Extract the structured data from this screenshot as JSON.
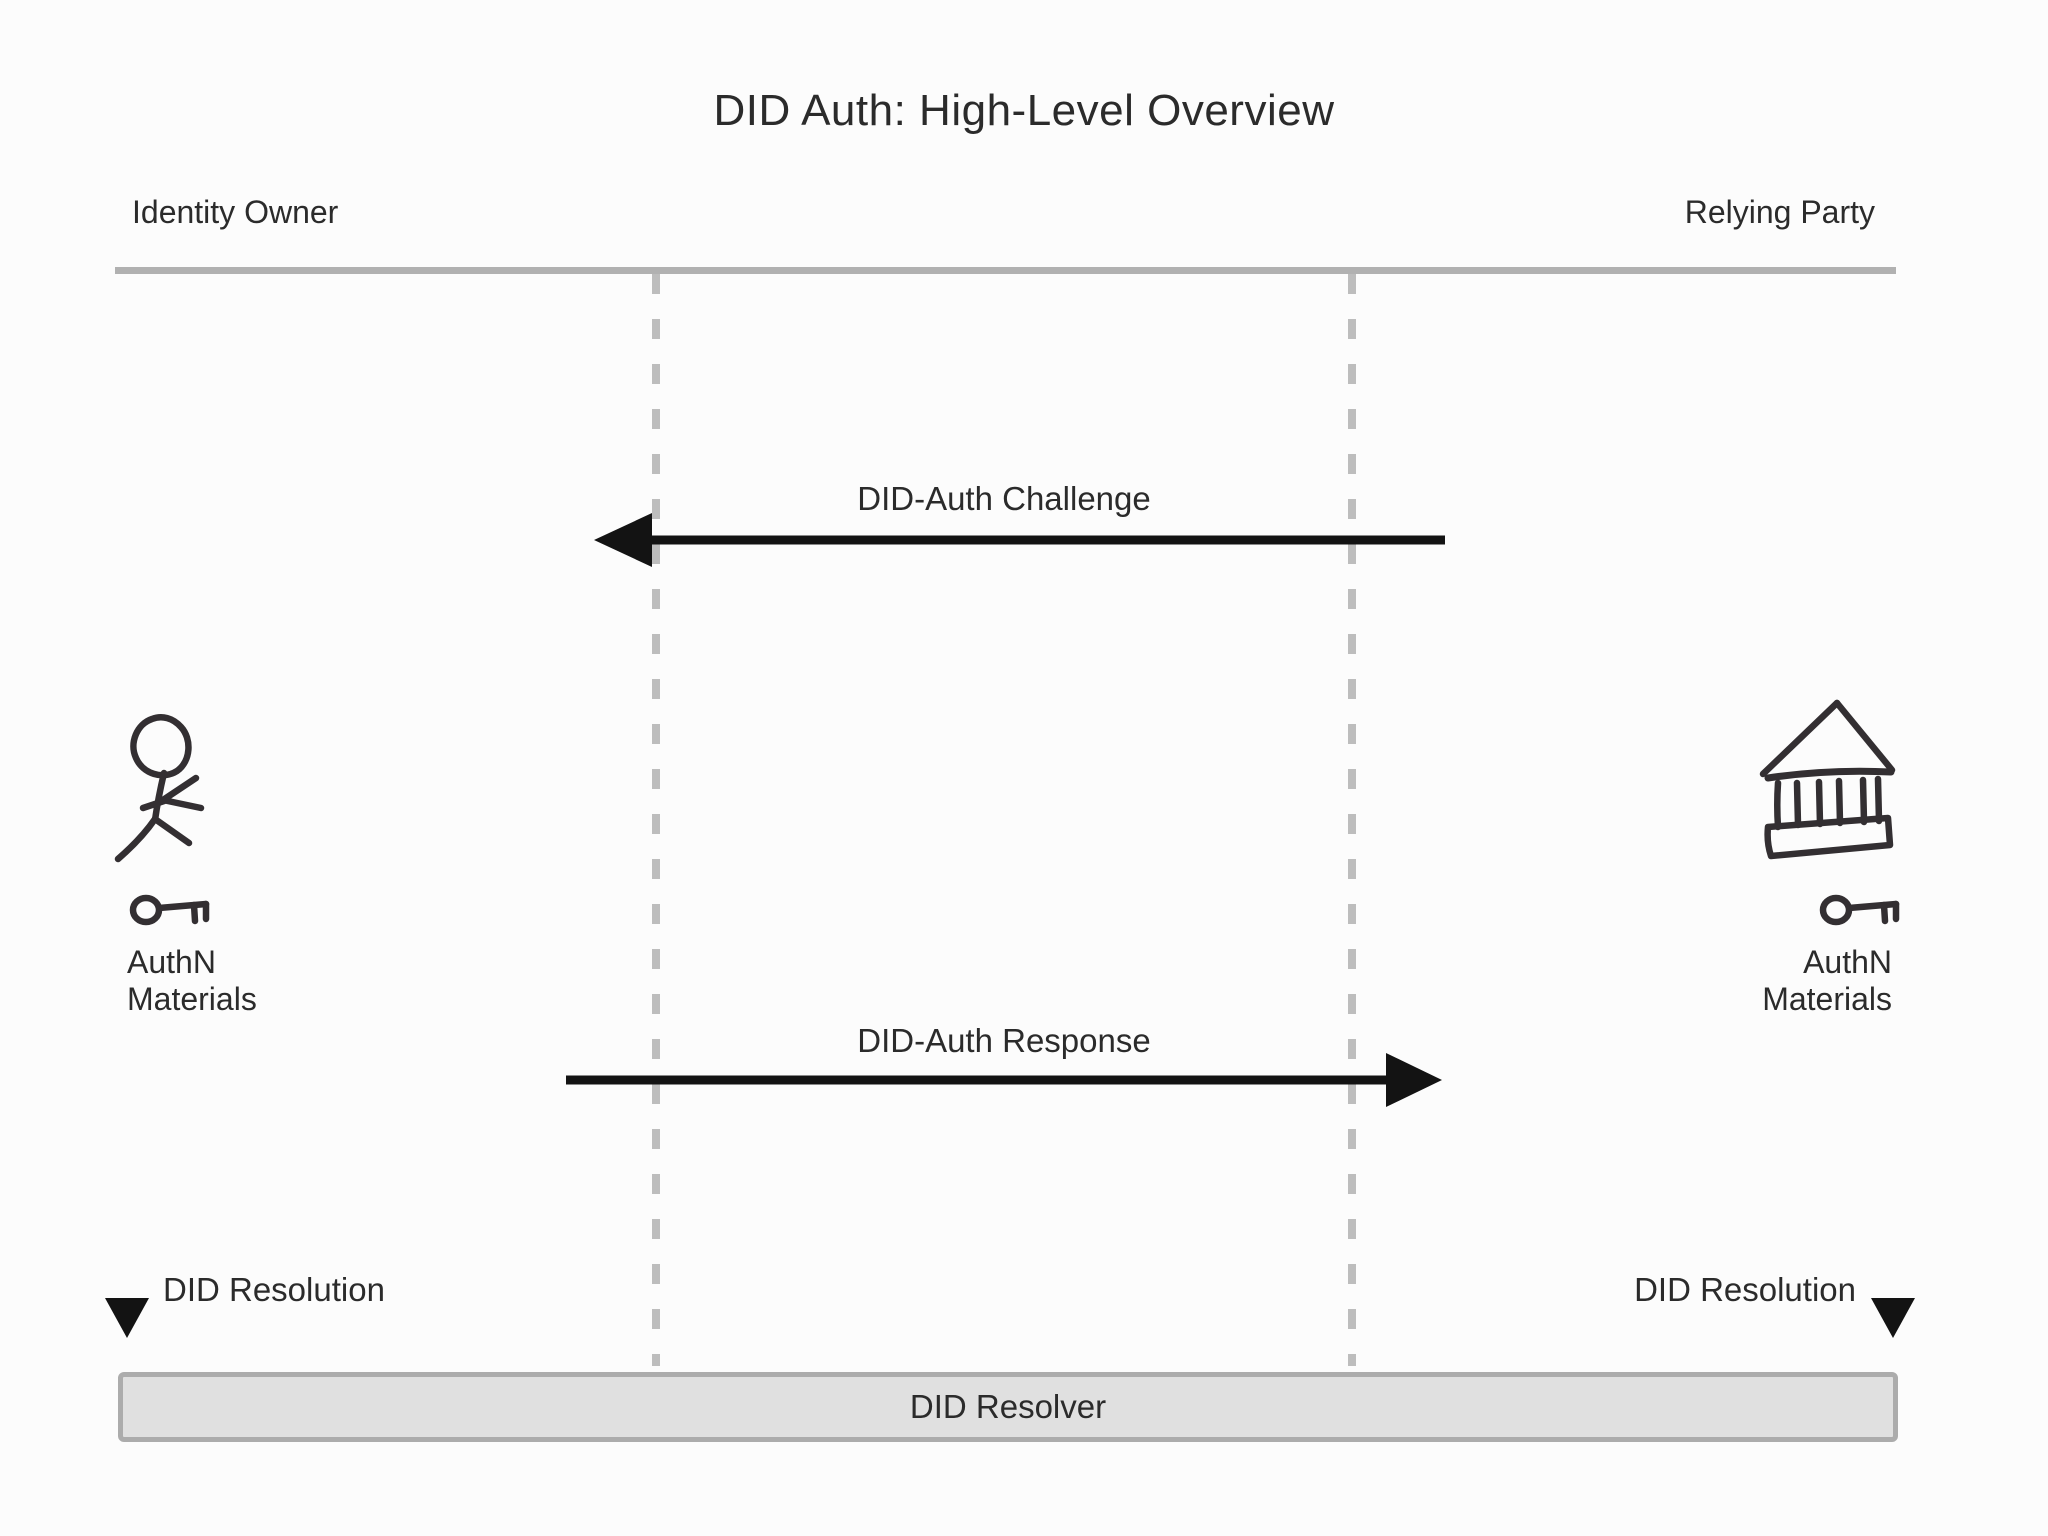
{
  "diagram": {
    "title": "DID Auth: High-Level Overview",
    "actors": {
      "left": {
        "label": "Identity Owner",
        "icon": "person-icon",
        "authn": {
          "line1": "AuthN",
          "line2": "Materials"
        },
        "key_icon": "key-icon"
      },
      "right": {
        "label": "Relying Party",
        "icon": "bank-icon",
        "authn": {
          "line1": "AuthN",
          "line2": "Materials"
        },
        "key_icon": "key-icon"
      }
    },
    "messages": {
      "challenge": {
        "label": "DID-Auth Challenge",
        "direction": "right-to-left"
      },
      "response": {
        "label": "DID-Auth Response",
        "direction": "left-to-right"
      }
    },
    "resolution": {
      "left": {
        "label": "DID Resolution",
        "icon": "down-arrow-icon"
      },
      "right": {
        "label": "DID Resolution",
        "icon": "down-arrow-icon"
      }
    },
    "resolver": {
      "label": "DID Resolver"
    },
    "colors": {
      "background": "#fcfcfc",
      "text": "#2b2b2b",
      "header_line": "#b1b1b1",
      "lifeline": "#bdbdbd",
      "arrow": "#131313",
      "sketch": "#332f32",
      "resolver_fill": "#e0e0e0",
      "resolver_border": "#acacac"
    }
  }
}
